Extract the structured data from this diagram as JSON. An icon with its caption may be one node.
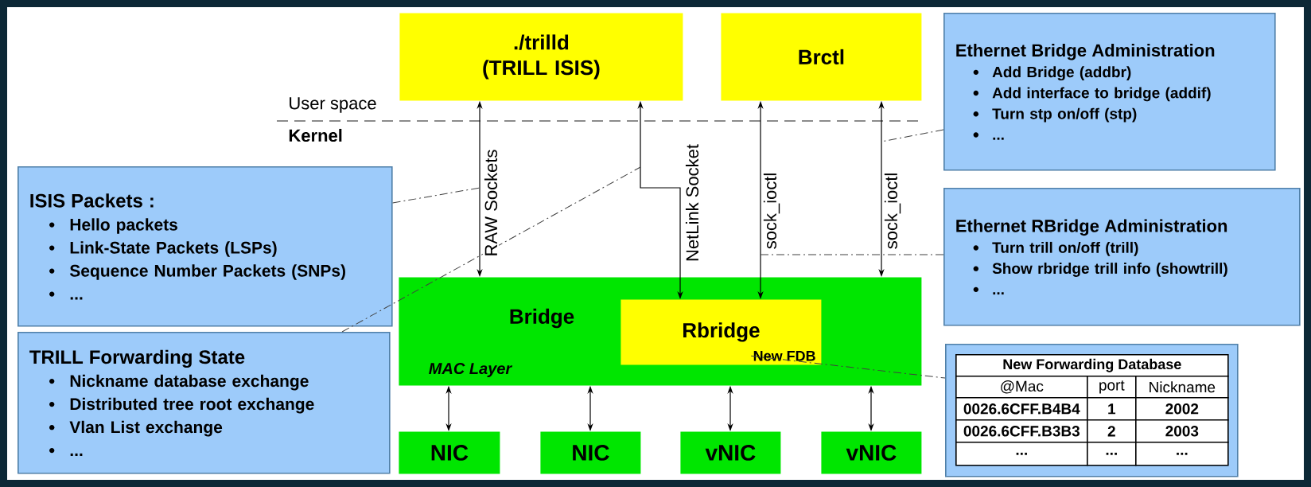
{
  "diagram": {
    "nodes": [
      {
        "text": [
          "./trilld (TRILL ISIS)"
        ]
      },
      {
        "text": [
          "Brctl"
        ]
      },
      {
        "text": [
          "Ethernet Bridge Administration",
          "Add Bridge (addbr)",
          "Add interface to bridge (addif)",
          "Turn stp on/off (stp)",
          "..."
        ]
      },
      {
        "text": [
          "ISIS Packets :",
          "Hello packets",
          "Link-State Packets (LSPs)",
          "Sequence Number Packets (SNPs)",
          "..."
        ]
      },
      {
        "text": [
          "Ethernet RBridge Administration",
          "Turn trill on/off (trill)",
          "Show rbridge trill info (showtrill)",
          "..."
        ]
      },
      {
        "text": [
          "Bridge",
          "MAC Layer"
        ]
      },
      {
        "text": [
          "Rbridge"
        ],
        "in": 5
      },
      {
        "text": [
          "New FDB"
        ],
        "in": 6
      },
      {
        "text": [
          "TRILL Forwarding State",
          "Nickname database exchange",
          "Distributed tree root exchange",
          "Vlan List exchange",
          "..."
        ]
      },
      {
        "text": [],
        "shape": "box"
      },
      {
        "text": [
          "NIC"
        ]
      },
      {
        "text": [
          "NIC"
        ]
      },
      {
        "text": [
          "vNIC"
        ]
      },
      {
        "text": [
          "vNIC"
        ]
      }
    ],
    "edges": [
      {
        "from": 0,
        "to": 5,
        "arrow": "both",
        "label": "RAW Sockets"
      },
      {
        "from": 0,
        "to": 6,
        "arrow": "both",
        "label": "NetLink Socket"
      },
      {
        "from": 1,
        "to": 6,
        "arrow": "both",
        "label": "sock_ioctl"
      },
      {
        "from": 1,
        "to": 5,
        "arrow": "both",
        "label": "sock_ioctl"
      },
      {
        "from": 5,
        "to": 10,
        "arrow": "both"
      },
      {
        "from": 5,
        "to": 11,
        "arrow": "both"
      },
      {
        "from": 5,
        "to": 12,
        "arrow": "both"
      },
      {
        "from": 5,
        "to": 13,
        "arrow": "both"
      },
      {
        "from": 3,
        "to": null,
        "arrow": "none",
        "style": "dashed"
      },
      {
        "from": 8,
        "to": null,
        "arrow": "none",
        "style": "dashed"
      },
      {
        "from": 2,
        "to": null,
        "arrow": "none",
        "style": "dashed"
      },
      {
        "from": 4,
        "to": null,
        "arrow": "none",
        "style": "dashed"
      },
      {
        "from": 7,
        "to": 9,
        "arrow": "none",
        "style": "dashed"
      }
    ],
    "labels": [
      "User space",
      "Kernel",
      "New Forwarding Database",
      "@Mac",
      "port",
      "Nickname",
      "0026.6CFF.B4B4",
      "1",
      "2002",
      "0026.6CFF.B3B3",
      "2",
      "2003",
      "...",
      "...",
      "..."
    ]
  }
}
